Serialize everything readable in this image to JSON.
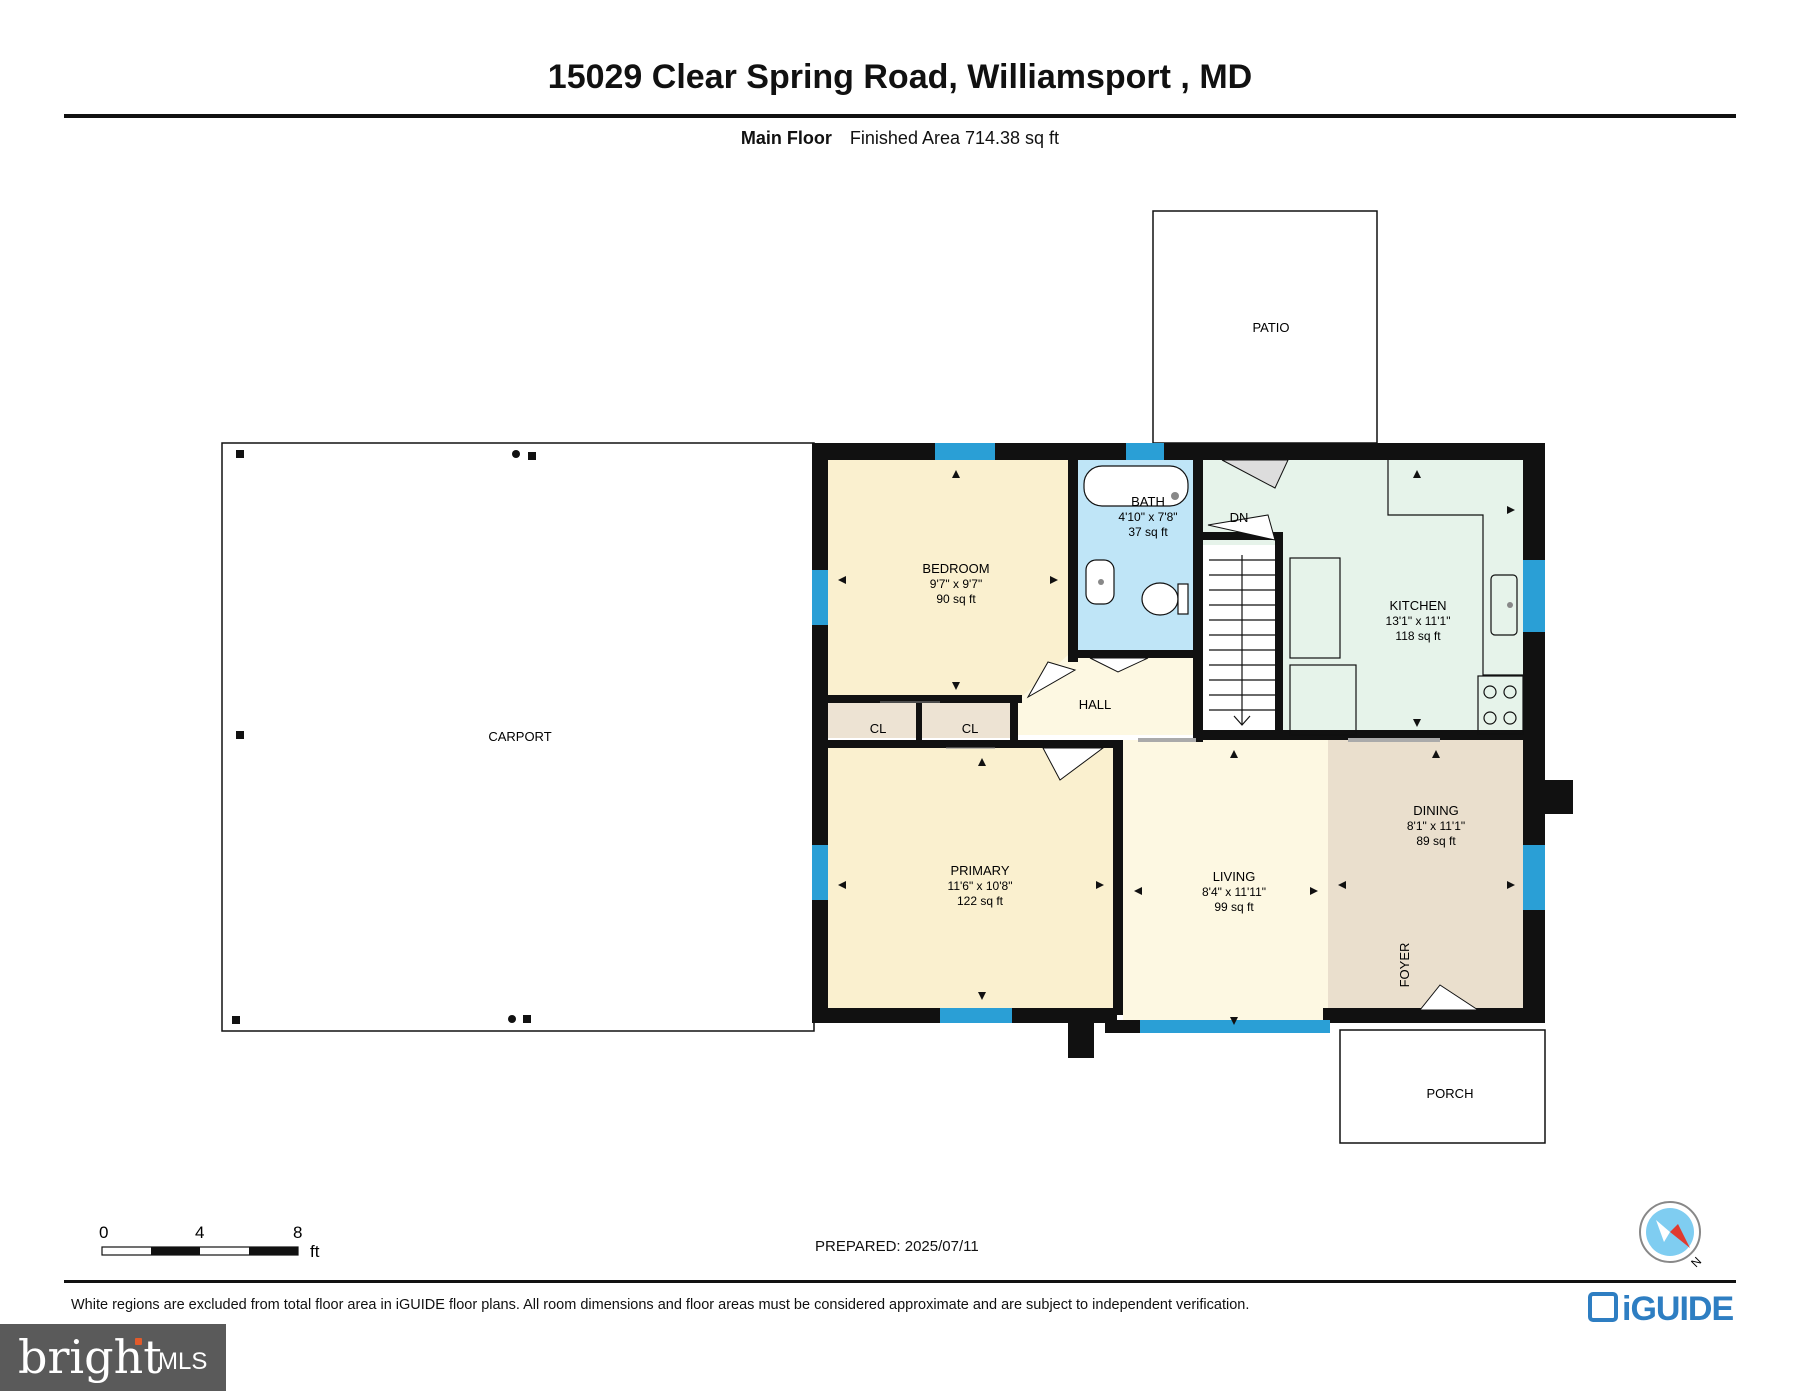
{
  "header": {
    "address": "15029 Clear Spring Road, Williamsport , MD",
    "floor_label": "Main Floor",
    "finished_area": "Finished Area 714.38 sq ft"
  },
  "rooms": {
    "carport": {
      "name": "CARPORT"
    },
    "patio": {
      "name": "PATIO"
    },
    "porch": {
      "name": "PORCH"
    },
    "bedroom": {
      "name": "BEDROOM",
      "dims": "9'7\" x 9'7\"",
      "area": "90 sq ft"
    },
    "bath": {
      "name": "BATH",
      "dims": "4'10\" x 7'8\"",
      "area": "37 sq ft"
    },
    "kitchen": {
      "name": "KITCHEN",
      "dims": "13'1\" x 11'1\"",
      "area": "118 sq ft"
    },
    "primary": {
      "name": "PRIMARY",
      "dims": "11'6\" x 10'8\"",
      "area": "122 sq ft"
    },
    "living": {
      "name": "LIVING",
      "dims": "8'4\" x 11'11\"",
      "area": "99 sq ft"
    },
    "dining": {
      "name": "DINING",
      "dims": "8'1\" x 11'1\"",
      "area": "89 sq ft"
    },
    "hall": {
      "name": "HALL"
    },
    "closet1": {
      "name": "CL"
    },
    "closet2": {
      "name": "CL"
    },
    "foyer": {
      "name": "FOYER"
    },
    "stairs": {
      "label": "DN"
    }
  },
  "scale": {
    "labels": [
      "0",
      "4",
      "8"
    ],
    "unit": "ft"
  },
  "footer": {
    "prepared": "PREPARED: 2025/07/11",
    "disclaimer": "White regions are excluded from total floor area in iGUIDE floor plans. All room dimensions and floor areas must be considered approximate and are subject to independent verification.",
    "brand": "iGUIDE",
    "compass_label": "N"
  },
  "watermark": {
    "text": "bright",
    "suffix": "MLS"
  },
  "colors": {
    "bedroom": "#faf0cf",
    "bath": "#bfe5f7",
    "kitchen": "#e6f3ea",
    "living": "#fdf8e2",
    "dining": "#eadfcd",
    "hall": "#fdf8e2",
    "closet": "#ede3d3",
    "wall": "#111111",
    "window": "#2a9fd6",
    "brand": "#2e7ec2"
  }
}
